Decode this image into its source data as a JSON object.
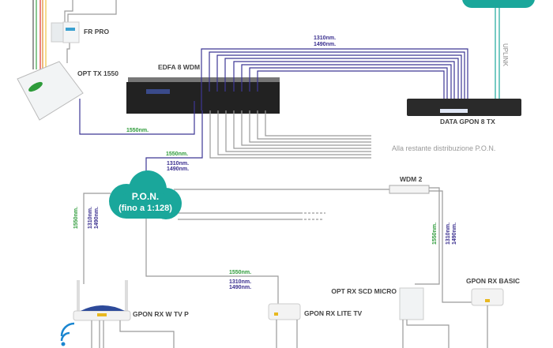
{
  "devices": {
    "fr_pro": "FR PRO",
    "opt_tx": "OPT TX 1550",
    "edfa": "EDFA 8 WDM",
    "data_gpon": "DATA GPON 8 TX",
    "wdm2": "WDM 2",
    "opt_rx_scd": "OPT RX SCD MICRO",
    "gpon_rx_basic": "GPON RX BASIC",
    "gpon_rx_w_tv_p": "GPON RX W TV P",
    "gpon_rx_lite_tv": "GPON RX LITE TV"
  },
  "cloud": {
    "line1": "P.O.N.",
    "line2": "(fino a 1:128)"
  },
  "uplink": "UPLINK",
  "distribution_note": "Alla restante distribuzione P.O.N.",
  "wavelengths": {
    "w1550": "1550nm.",
    "w1310": "1310nm.",
    "w1490": "1490nm."
  },
  "colors": {
    "teal": "#1aa79b",
    "purple": "#3d3795",
    "green": "#2e9b3a",
    "gray": "#9a9a9a"
  }
}
